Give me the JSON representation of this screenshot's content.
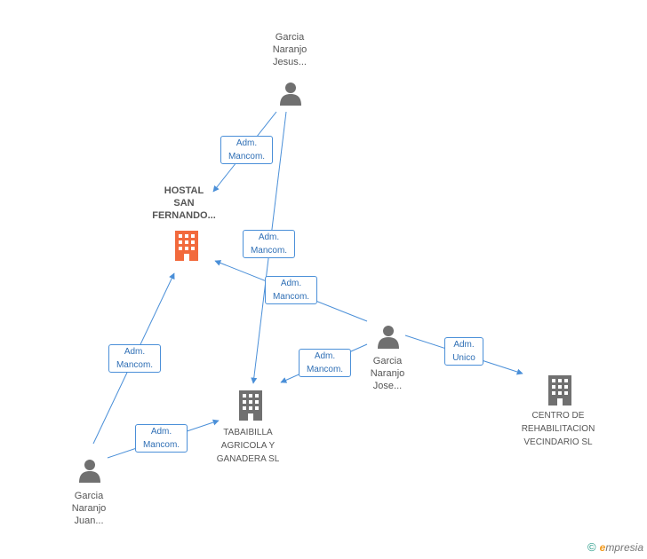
{
  "colors": {
    "edge": "#4a8fd8",
    "person": "#707070",
    "company": "#707070",
    "company_highlight": "#f26a3d"
  },
  "nodes": {
    "jesus": {
      "lines": [
        "Garcia",
        "Naranjo",
        "Jesus..."
      ],
      "icon": "person-icon"
    },
    "hostal": {
      "lines": [
        "HOSTAL",
        "SAN",
        "FERNANDO..."
      ],
      "icon": "building-icon"
    },
    "jose": {
      "lines": [
        "Garcia",
        "Naranjo",
        "Jose..."
      ],
      "icon": "person-icon"
    },
    "juan": {
      "lines": [
        "Garcia",
        "Naranjo",
        "Juan..."
      ],
      "icon": "person-icon"
    },
    "tabaibilla": {
      "lines": [
        "TABAIBILLA",
        "AGRICOLA Y",
        "GANADERA SL"
      ],
      "icon": "building-icon"
    },
    "centro": {
      "lines": [
        "CENTRO DE",
        "REHABILITACION",
        "VECINDARIO SL"
      ],
      "icon": "building-icon"
    }
  },
  "edges": [
    {
      "id": "jesus-hostal",
      "lines": [
        "Adm.",
        "Mancom."
      ]
    },
    {
      "id": "jesus-tabaibilla",
      "lines": [
        "Adm.",
        "Mancom."
      ]
    },
    {
      "id": "jose-hostal",
      "lines": [
        "Adm.",
        "Mancom."
      ]
    },
    {
      "id": "jose-tabaibilla",
      "lines": [
        "Adm.",
        "Mancom."
      ]
    },
    {
      "id": "jose-centro",
      "lines": [
        "Adm.",
        "Unico"
      ]
    },
    {
      "id": "juan-hostal",
      "lines": [
        "Adm.",
        "Mancom."
      ]
    },
    {
      "id": "juan-tabaibilla",
      "lines": [
        "Adm.",
        "Mancom."
      ]
    }
  ],
  "footer": {
    "copyright": "©",
    "brand_initial": "e",
    "brand_rest": "mpresia"
  }
}
